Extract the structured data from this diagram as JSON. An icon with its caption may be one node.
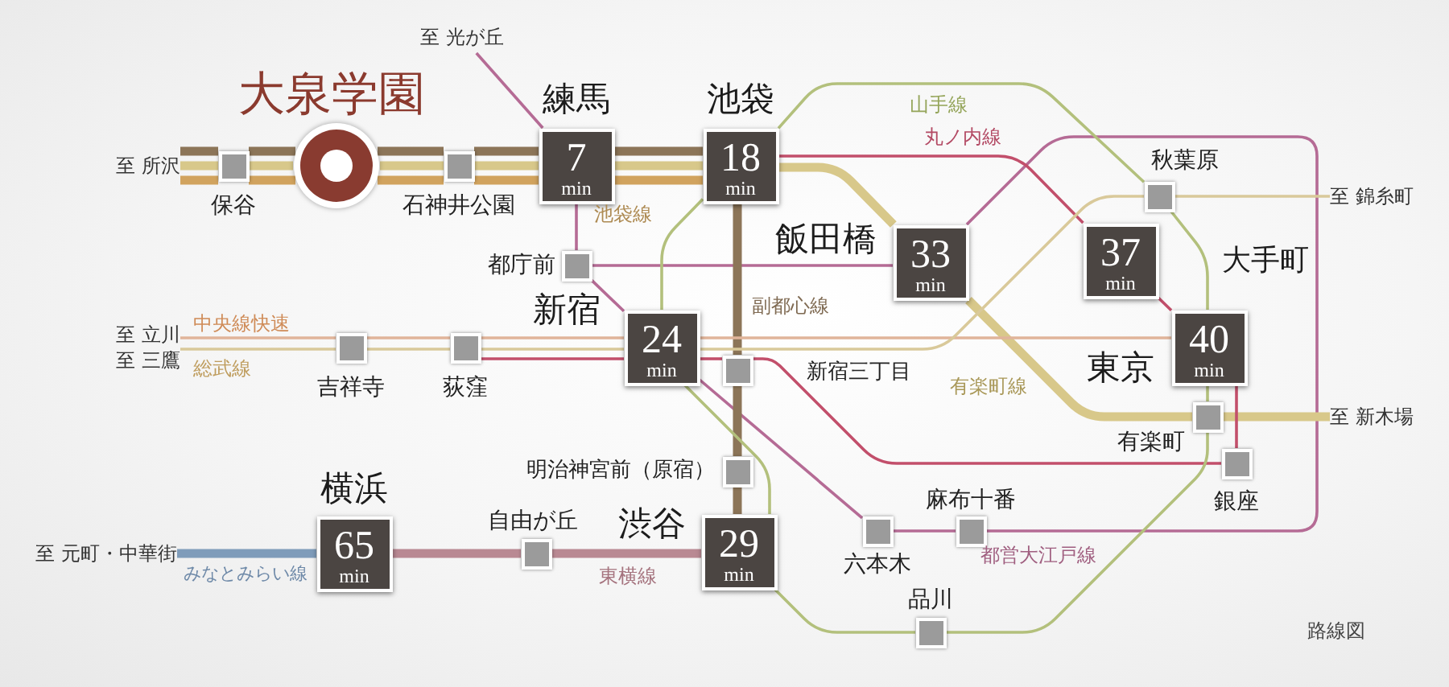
{
  "diagram": {
    "caption": "路線図",
    "nodes": [
      {
        "text": [
          "至 光が丘"
        ]
      },
      {
        "text": [
          "大泉学園"
        ]
      },
      {
        "text": [
          "練馬",
          "7 min"
        ]
      },
      {
        "text": [
          "池袋",
          "18 min"
        ]
      },
      {
        "text": [
          "至 所沢"
        ]
      },
      {
        "text": [
          "保谷"
        ]
      },
      {
        "text": [
          "石神井公園"
        ]
      },
      {
        "text": [
          "秋葉原"
        ]
      },
      {
        "text": [
          "至 錦糸町"
        ]
      },
      {
        "text": [
          "都庁前"
        ]
      },
      {
        "text": [
          "飯田橋",
          "33 min"
        ]
      },
      {
        "text": [
          "37 min",
          "大手町"
        ]
      },
      {
        "text": [
          "新宿",
          "24 min"
        ]
      },
      {
        "text": [
          "東京",
          "40 min"
        ]
      },
      {
        "text": [
          "至 立川"
        ]
      },
      {
        "text": [
          "至 三鷹"
        ]
      },
      {
        "text": [
          "吉祥寺"
        ]
      },
      {
        "text": [
          "荻窪"
        ]
      },
      {
        "text": [
          "新宿三丁目"
        ]
      },
      {
        "text": [
          "有楽町"
        ]
      },
      {
        "text": [
          "至 新木場"
        ]
      },
      {
        "text": [
          "明治神宮前（原宿）"
        ]
      },
      {
        "text": [
          "銀座"
        ]
      },
      {
        "text": [
          "横浜",
          "65 min"
        ]
      },
      {
        "text": [
          "自由が丘"
        ]
      },
      {
        "text": [
          "渋谷",
          "29 min"
        ]
      },
      {
        "text": [
          "麻布十番"
        ]
      },
      {
        "text": [
          "六本木"
        ]
      },
      {
        "text": [
          "至 元町・中華街"
        ]
      },
      {
        "text": [
          "品川"
        ]
      }
    ],
    "edges": [
      {
        "from": 4,
        "to": 5,
        "arrow": "none",
        "style": "thick",
        "color": "#8c7558"
      },
      {
        "from": 4,
        "to": 5,
        "arrow": "none",
        "style": "thick",
        "color": "#d8c88a"
      },
      {
        "from": 4,
        "to": 5,
        "arrow": "none",
        "style": "thick",
        "color": "#d1a35e"
      },
      {
        "from": 5,
        "to": 1,
        "arrow": "none",
        "style": "thick",
        "color": "#8c7558"
      },
      {
        "from": 5,
        "to": 1,
        "arrow": "none",
        "style": "thick",
        "color": "#d8c88a"
      },
      {
        "from": 5,
        "to": 1,
        "arrow": "none",
        "style": "thick",
        "color": "#d1a35e"
      },
      {
        "from": 1,
        "to": 6,
        "arrow": "none",
        "style": "thick",
        "color": "#8c7558"
      },
      {
        "from": 1,
        "to": 6,
        "arrow": "none",
        "style": "thick",
        "color": "#d8c88a"
      },
      {
        "from": 1,
        "to": 6,
        "arrow": "none",
        "style": "thick",
        "color": "#d1a35e"
      },
      {
        "from": 6,
        "to": 2,
        "arrow": "none",
        "style": "thick",
        "color": "#8c7558"
      },
      {
        "from": 6,
        "to": 2,
        "arrow": "none",
        "style": "thick",
        "color": "#d8c88a"
      },
      {
        "from": 6,
        "to": 2,
        "arrow": "none",
        "style": "thick",
        "color": "#d1a35e"
      },
      {
        "from": 2,
        "to": 3,
        "arrow": "none",
        "style": "thick",
        "color": "#8c7558"
      },
      {
        "from": 2,
        "to": 3,
        "arrow": "none",
        "style": "thick",
        "color": "#d8c88a"
      },
      {
        "from": 2,
        "to": 3,
        "arrow": "none",
        "style": "thick",
        "color": "#d1a35e"
      },
      {
        "from": 0,
        "to": 2,
        "arrow": "none",
        "color": "#b56b95"
      },
      {
        "from": 2,
        "to": 9,
        "arrow": "none",
        "color": "#b56b95"
      },
      {
        "from": 9,
        "to": 10,
        "arrow": "none",
        "color": "#b56b95"
      },
      {
        "from": 10,
        "to": 26,
        "arrow": "none",
        "color": "#b56b95"
      },
      {
        "from": 26,
        "to": 27,
        "arrow": "none",
        "color": "#b56b95"
      },
      {
        "from": 27,
        "to": 12,
        "arrow": "none",
        "color": "#b56b95"
      },
      {
        "from": 12,
        "to": 9,
        "arrow": "none",
        "color": "#b56b95"
      },
      {
        "from": 3,
        "to": 18,
        "arrow": "none",
        "style": "thick",
        "color": "#8c7558"
      },
      {
        "from": 18,
        "to": 21,
        "arrow": "none",
        "style": "thick",
        "color": "#8c7558"
      },
      {
        "from": 21,
        "to": 25,
        "arrow": "none",
        "style": "thick",
        "color": "#8c7558"
      },
      {
        "from": 3,
        "to": 10,
        "arrow": "none",
        "style": "thick",
        "color": "#d8c88a"
      },
      {
        "from": 10,
        "to": 19,
        "arrow": "none",
        "style": "thick",
        "color": "#d8c88a"
      },
      {
        "from": 19,
        "to": 20,
        "arrow": "none",
        "style": "thick",
        "color": "#d8c88a"
      },
      {
        "from": 17,
        "to": 12,
        "arrow": "none",
        "color": "#c24f6b"
      },
      {
        "from": 12,
        "to": 18,
        "arrow": "none",
        "color": "#c24f6b"
      },
      {
        "from": 18,
        "to": 22,
        "arrow": "none",
        "color": "#c24f6b"
      },
      {
        "from": 22,
        "to": 13,
        "arrow": "none",
        "color": "#c24f6b"
      },
      {
        "from": 13,
        "to": 11,
        "arrow": "none",
        "color": "#c24f6b"
      },
      {
        "from": 11,
        "to": 3,
        "arrow": "none",
        "color": "#c24f6b"
      },
      {
        "from": 3,
        "to": 7,
        "arrow": "none",
        "color": "#b3c07c"
      },
      {
        "from": 7,
        "to": 13,
        "arrow": "none",
        "color": "#b3c07c"
      },
      {
        "from": 13,
        "to": 19,
        "arrow": "none",
        "color": "#b3c07c"
      },
      {
        "from": 19,
        "to": 29,
        "arrow": "none",
        "color": "#b3c07c"
      },
      {
        "from": 29,
        "to": 25,
        "arrow": "none",
        "color": "#b3c07c"
      },
      {
        "from": 25,
        "to": 12,
        "arrow": "none",
        "color": "#b3c07c"
      },
      {
        "from": 12,
        "to": 3,
        "arrow": "none",
        "color": "#b3c07c"
      },
      {
        "from": 14,
        "to": 16,
        "arrow": "none",
        "color": "#e0b49a"
      },
      {
        "from": 16,
        "to": 17,
        "arrow": "none",
        "color": "#e0b49a"
      },
      {
        "from": 17,
        "to": 12,
        "arrow": "none",
        "color": "#e0b49a"
      },
      {
        "from": 12,
        "to": 13,
        "arrow": "none",
        "color": "#e0b49a"
      },
      {
        "from": 15,
        "to": 16,
        "arrow": "none",
        "color": "#d9c99a"
      },
      {
        "from": 16,
        "to": 17,
        "arrow": "none",
        "color": "#d9c99a"
      },
      {
        "from": 17,
        "to": 12,
        "arrow": "none",
        "color": "#d9c99a"
      },
      {
        "from": 12,
        "to": 7,
        "arrow": "none",
        "color": "#d9c99a"
      },
      {
        "from": 7,
        "to": 8,
        "arrow": "none",
        "color": "#d9c99a"
      },
      {
        "from": 23,
        "to": 24,
        "arrow": "none",
        "style": "thick",
        "color": "#b98993"
      },
      {
        "from": 24,
        "to": 25,
        "arrow": "none",
        "style": "thick",
        "color": "#b98993"
      },
      {
        "from": 28,
        "to": 23,
        "arrow": "none",
        "style": "thick",
        "color": "#7f9cba"
      }
    ],
    "labels": [
      "山手線",
      "丸ノ内線",
      "池袋線",
      "副都心線",
      "中央線快速",
      "総武線",
      "有楽町線",
      "都営大江戸線",
      "みなとみらい線",
      "東横線"
    ]
  }
}
